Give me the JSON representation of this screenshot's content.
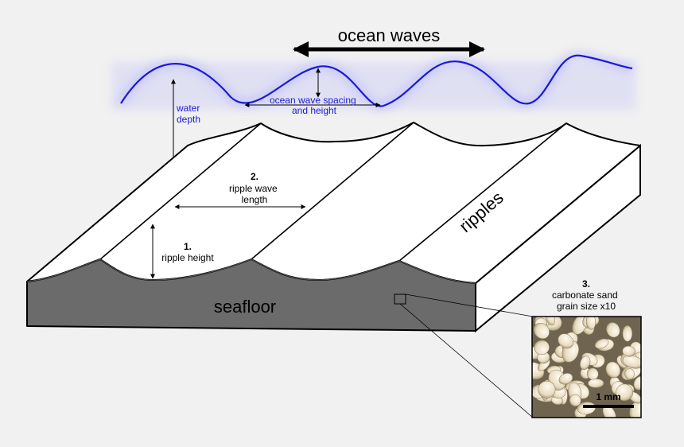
{
  "title": "ocean waves",
  "wave_spacing_label": [
    "ocean wave spacing",
    "and height"
  ],
  "water_depth_label": [
    "water",
    "depth"
  ],
  "ripple_wave_length": {
    "number": "2.",
    "lines": [
      "ripple wave",
      "length"
    ]
  },
  "ripple_height": {
    "number": "1.",
    "text": "ripple height"
  },
  "ripples_label": "ripples",
  "seafloor_label": "seafloor",
  "grain_size": {
    "number": "3.",
    "lines": [
      "carbonate sand",
      "grain size x10"
    ]
  },
  "scale_bar_label": "1 mm",
  "colors": {
    "wave": "#1a1ad6",
    "wave_glow": "#c9c9f4",
    "seafloor_front": "#6b6b6b",
    "sand_top": "#ffffff",
    "outline": "#000000",
    "background": "#f1f1f1"
  }
}
